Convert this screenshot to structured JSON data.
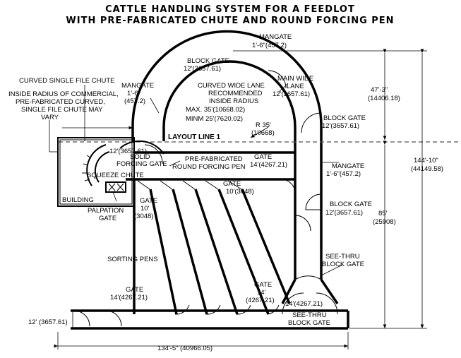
{
  "title": {
    "line1": "CATTLE HANDLING SYSTEM FOR A FEEDLOT",
    "line2": "WITH PRE-FABRICATED CHUTE  AND ROUND FORCING PEN"
  },
  "labels": {
    "mangate_top_1": "MANGATE",
    "mangate_top_2": "1'-6\"(457.2)",
    "block_gate_top_1": "BLOCK GATE",
    "block_gate_top_2": "12'(3657.61)",
    "main_wide_lane_1": "MAIN WIDE",
    "main_wide_lane_2": "LANE",
    "main_wide_lane_3": "12'(3657.61)",
    "curved_wide_lane_1": "CURVED WIDE LANE",
    "curved_wide_lane_2": "RECOMMENDED",
    "curved_wide_lane_3": "INSIDE RADIUS",
    "max_radius": "MAX.  35'(10668.02)",
    "min_radius": "MINM   25'(7620.02)",
    "radius_1": "R 35'",
    "radius_2": "(10668)",
    "layout_line": "LAYOUT LINE 1",
    "curved_chute": "CURVED SINGLE FILE CHUTE",
    "mangate_left_1": "MANGATE",
    "mangate_left_2": "1'-6\"",
    "mangate_left_3": "(457.2)",
    "inside_radius_1": "INSIDE RADIUS OF COMMERCIAL,",
    "inside_radius_2": "PRE-FABRICATED CURVED,",
    "inside_radius_3": "SINGLE FILE CHUTE MAY",
    "inside_radius_4": "VARY",
    "chute_dim": "12'(3657.61)",
    "solid_forcing_1": "SOLID",
    "solid_forcing_2": "FORCING GATE",
    "prefab_pen_1": "PRE-FABRICATED",
    "prefab_pen_2": "ROUND FORCING PEN",
    "squeeze_chute": "SQUEEZE CHUTE",
    "building": "BUILDING",
    "palpation_1": "PALPATION",
    "palpation_2": "GATE",
    "gate_14_right_1": "GATE",
    "gate_14_right_2": "14'(4267.21)",
    "gate_10_1": "GATE",
    "gate_10_2": "10'(3048)",
    "gate_10_left_1": "GATE",
    "gate_10_left_2": "10'",
    "gate_10_left_3": "(3048)",
    "block_gate_right_1": "BLOCK GATE",
    "block_gate_right_2": "12'(3657.61)",
    "mangate_right_1": "MANGATE",
    "mangate_right_2": "1'-6\"(457.2)",
    "block_gate_mid_1": "BLOCK GATE",
    "block_gate_mid_2": "12'(3657.61)",
    "sorting_pens": "SORTING PENS",
    "see_thru_1": "SEE-THRU",
    "see_thru_2": "BLOCK GATE",
    "gate_14_bl_1": "GATE",
    "gate_14_bl_2": "14'(4267.21)",
    "gate_14_bm_1": "GATE",
    "gate_14_bm_2": "14'",
    "gate_14_bm_3": "(4267.21)",
    "gate_14_br": "14'(4267.21)",
    "see_thru_bottom_1": "SEE-THRU",
    "see_thru_bottom_2": "BLOCK GATE",
    "dim_bottom_left": "12' (3657.61)",
    "dim_total_width": "134'-5\" (40966.05)",
    "dim_47_1": "47'-3\"",
    "dim_47_2": "(14406.18)",
    "dim_144_1": "144'-10\"",
    "dim_144_2": "(44149.58)",
    "dim_85_1": "85'",
    "dim_85_2": "(25908)"
  }
}
